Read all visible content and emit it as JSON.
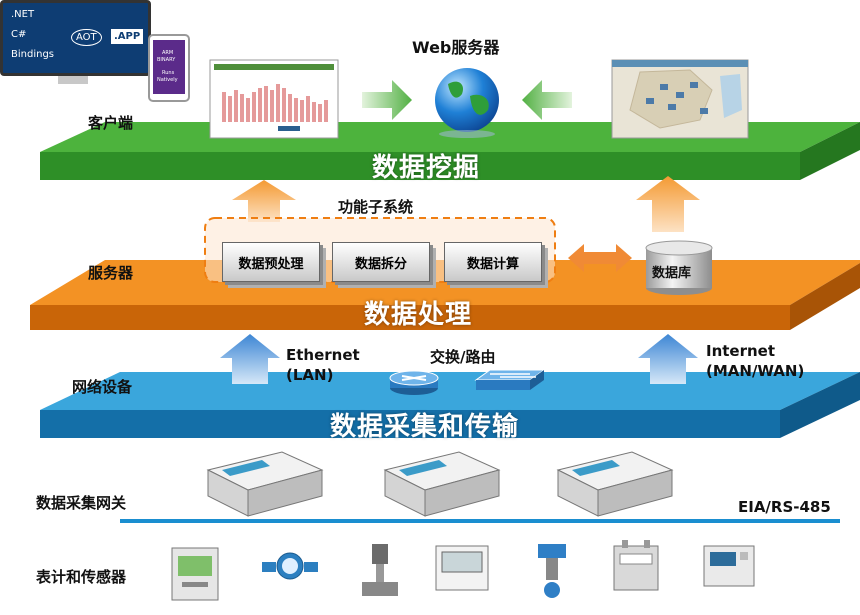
{
  "thumbnail": {
    "lines": [
      ".NET",
      "C#",
      "Bindings"
    ],
    "aot": "AOT",
    "app": ".APP",
    "phone_lines": [
      "ARM",
      "BINARY",
      "Runs",
      "Natively"
    ]
  },
  "web_server": "Web服务器",
  "layers": {
    "client": {
      "label": "客户端",
      "platform": "数据挖掘"
    },
    "server": {
      "label": "服务器",
      "platform": "数据处理",
      "subsystem_title": "功能子系统",
      "boxes": [
        "数据预处理",
        "数据拆分",
        "数据计算"
      ],
      "database": "数据库"
    },
    "network": {
      "label": "网络设备",
      "platform": "数据采集和传输",
      "left_link": [
        "Ethernet",
        "(LAN)"
      ],
      "switch": "交换/路由",
      "right_link": [
        "Internet",
        "(MAN/WAN)"
      ]
    },
    "gateway": {
      "label": "数据采集网关",
      "bus": "EIA/RS-485"
    },
    "sensors": {
      "label": "表计和传感器"
    }
  },
  "colors": {
    "green": "#3fa535",
    "orange": "#ef7e12",
    "blue": "#1f8fc7",
    "arrow_blue": "#4a90d9",
    "arrow_orange": "#f7a23c"
  }
}
